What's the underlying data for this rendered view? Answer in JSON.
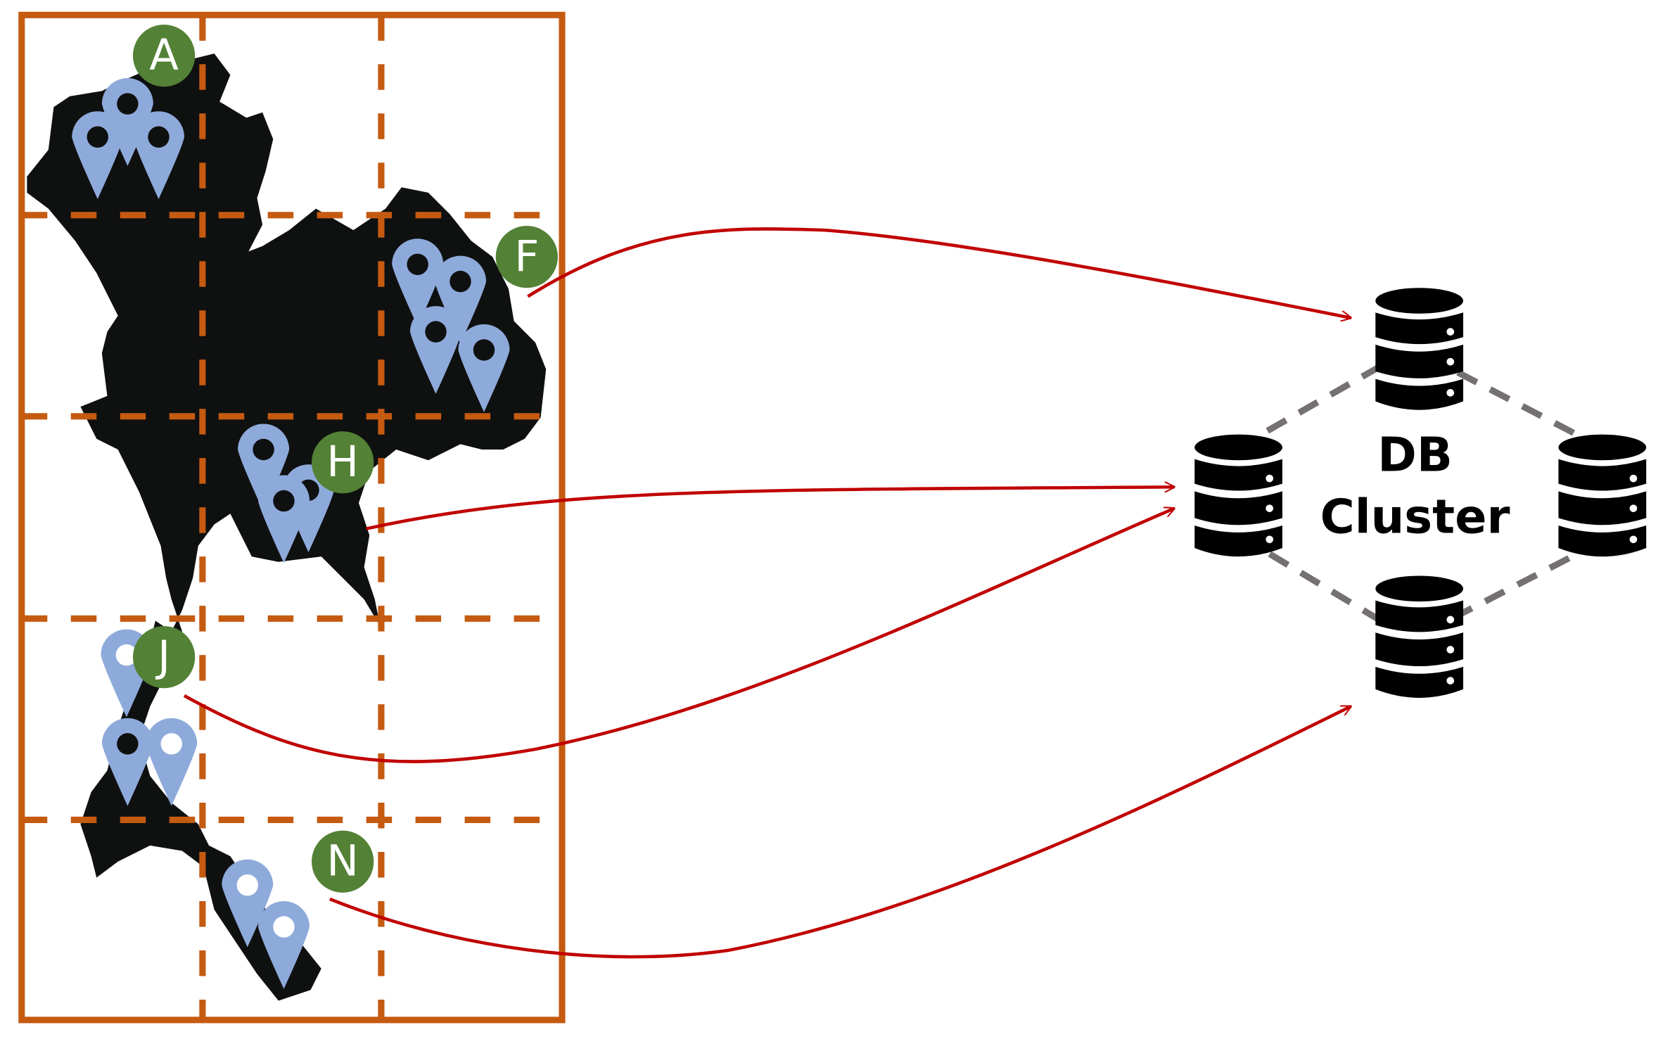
{
  "colors": {
    "grid": "#C55A11",
    "map": "#0f1010",
    "pin": "#8eaadb",
    "region_badge": "#538135",
    "arrow": "#C00000",
    "cluster_link": "#767171"
  },
  "regions": [
    {
      "label": "A"
    },
    {
      "label": "F"
    },
    {
      "label": "H"
    },
    {
      "label": "J"
    },
    {
      "label": "N"
    }
  ],
  "cluster": {
    "title_line1": "DB",
    "title_line2": "Cluster",
    "nodes": 4
  }
}
